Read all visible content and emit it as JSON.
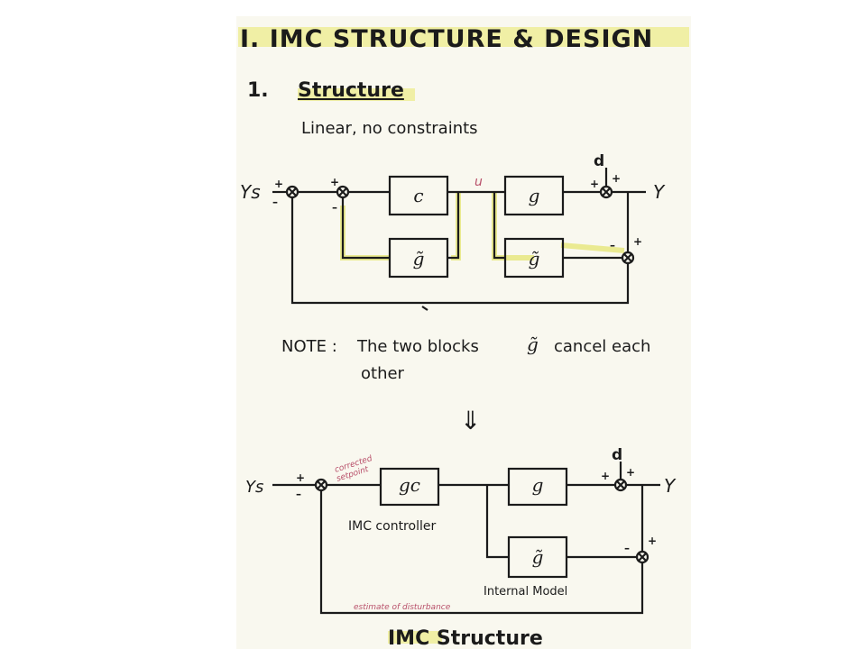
{
  "heading": {
    "title": "I. IMC STRUCTURE & DESIGN",
    "section": "1.",
    "section_title": "Structure",
    "subtitle": "Linear, no constraints"
  },
  "diagram1": {
    "setpoint": "Ys",
    "output": "Y",
    "disturbance": "d",
    "manipulated": "u",
    "block_c": "c",
    "block_g": "g",
    "block_gtilde": "g̃",
    "block_gtilde_plant": "g̃",
    "sign_plus": "+",
    "sign_minus": "–"
  },
  "note": {
    "label": "NOTE :",
    "line1_a": "The two blocks",
    "line1_sym": "g̃",
    "line1_b": "cancel each",
    "line2": "other"
  },
  "arrow": "⇓",
  "diagram2": {
    "setpoint": "Ys",
    "output": "Y",
    "disturbance": "d",
    "block_gc": "gc",
    "block_g": "g",
    "block_gtilde": "g̃",
    "label_controller": "IMC controller",
    "label_model": "Internal Model",
    "corrected_1": "corrected",
    "corrected_2": "setpoint",
    "estimate": "estimate of disturbance",
    "sign_plus": "+",
    "sign_minus": "–"
  },
  "footer": "IMC Structure",
  "colors": {
    "paper": "#f9f8ef",
    "ink": "#1b1b1b",
    "highlight": "#ecec8c",
    "red_ink": "#b8506a"
  }
}
